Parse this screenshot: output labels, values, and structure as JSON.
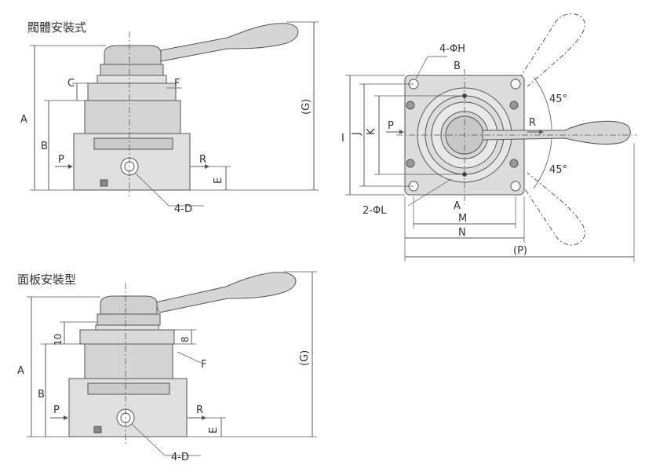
{
  "titles": {
    "body_mount": "閥體安裝式",
    "panel_mount": "面板安裝型"
  },
  "labels": {
    "A": "A",
    "B": "B",
    "C": "C",
    "F": "F",
    "G": "(G)",
    "P": "P",
    "R": "R",
    "E": "E",
    "D": "4-D",
    "H": "4-ΦH",
    "L": "2-ΦL",
    "J": "J",
    "K": "K",
    "I": "I",
    "M": "M",
    "N": "N",
    "Ptot": "(P)",
    "deg1": "45°",
    "deg2": "45°",
    "ten": "10",
    "eight": "8",
    "port_a": "A",
    "port_b": "B"
  },
  "colors": {
    "line": "#555555",
    "body_fill": "#d9d9d9",
    "body_fill_dark": "#c4c4c4",
    "handle_fill": "#d4d4d4"
  }
}
